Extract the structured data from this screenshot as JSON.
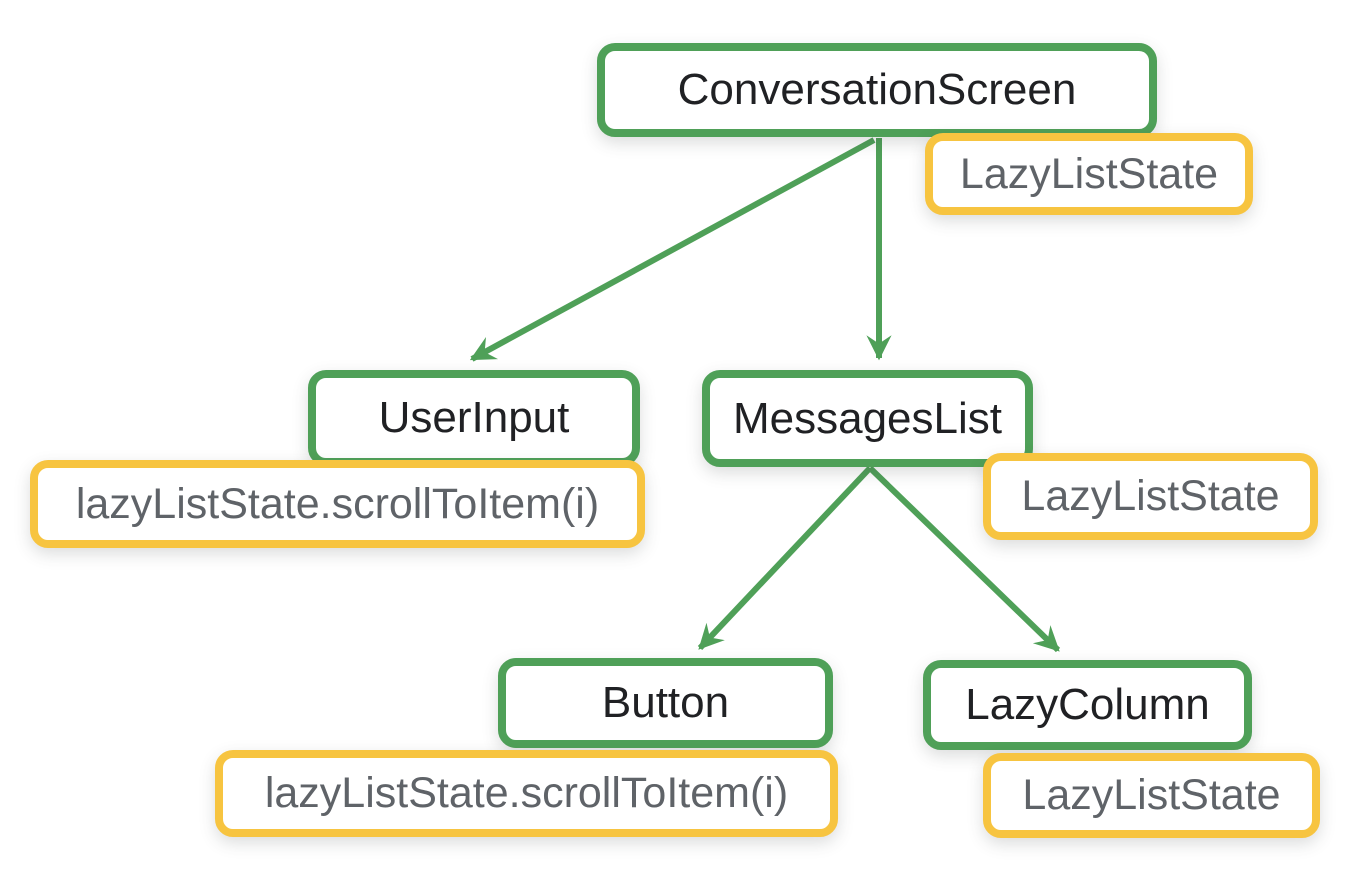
{
  "diagram": {
    "kind": "tree-diagram",
    "colors": {
      "composable_border": "#4fa058",
      "state_border": "#f7c440",
      "composable_text": "#202124",
      "state_text": "#5f6368",
      "background": "#ffffff"
    },
    "nodes": [
      {
        "id": "conversation-screen",
        "label": "ConversationScreen",
        "kind": "composable"
      },
      {
        "id": "state-conversation-screen",
        "label": "LazyListState",
        "kind": "state",
        "attached_to": "conversation-screen"
      },
      {
        "id": "user-input",
        "label": "UserInput",
        "kind": "composable"
      },
      {
        "id": "hoisted-call-user-input",
        "label": "lazyListState.scrollToItem(i)",
        "kind": "state",
        "attached_to": "user-input"
      },
      {
        "id": "messages-list",
        "label": "MessagesList",
        "kind": "composable"
      },
      {
        "id": "state-messages-list",
        "label": "LazyListState",
        "kind": "state",
        "attached_to": "messages-list"
      },
      {
        "id": "button",
        "label": "Button",
        "kind": "composable"
      },
      {
        "id": "hoisted-call-button",
        "label": "lazyListState.scrollToItem(i)",
        "kind": "state",
        "attached_to": "button"
      },
      {
        "id": "lazy-column",
        "label": "LazyColumn",
        "kind": "composable"
      },
      {
        "id": "state-lazy-column",
        "label": "LazyListState",
        "kind": "state",
        "attached_to": "lazy-column"
      }
    ],
    "edges": [
      {
        "from": "ConversationScreen",
        "to": "UserInput"
      },
      {
        "from": "ConversationScreen",
        "to": "MessagesList"
      },
      {
        "from": "MessagesList",
        "to": "Button"
      },
      {
        "from": "MessagesList",
        "to": "LazyColumn"
      }
    ]
  }
}
